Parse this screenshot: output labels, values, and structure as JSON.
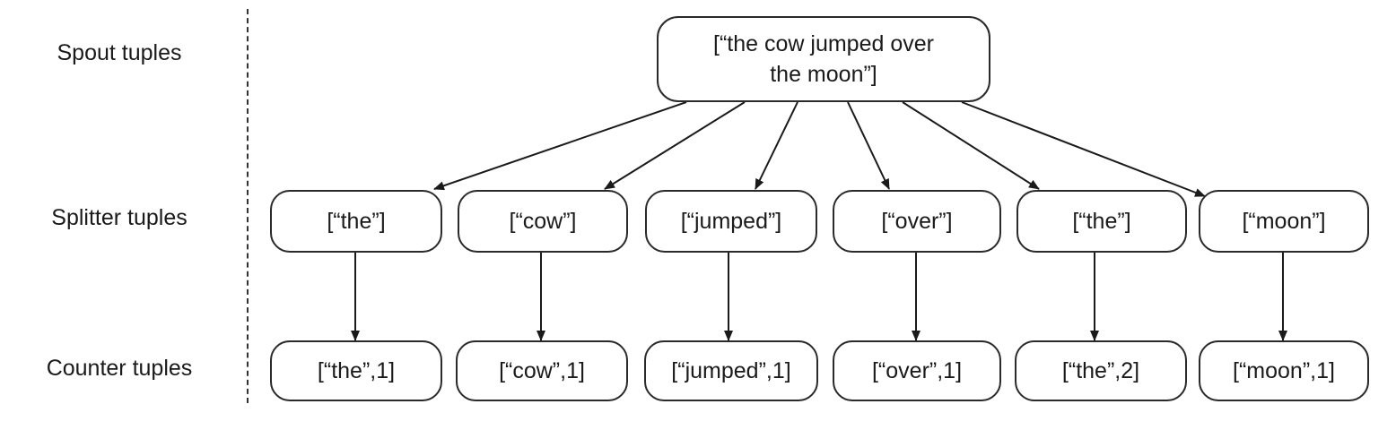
{
  "rows": {
    "spout": "Spout tuples",
    "splitter": "Splitter tuples",
    "counter": "Counter tuples"
  },
  "spout_node": "[“the cow jumped over\nthe moon”]",
  "splitter_nodes": [
    "[“the”]",
    "[“cow”]",
    "[“jumped”]",
    "[“over”]",
    "[“the”]",
    "[“moon”]"
  ],
  "counter_nodes": [
    "[“the”,1]",
    "[“cow”,1]",
    "[“jumped”,1]",
    "[“over”,1]",
    "[“the”,2]",
    "[“moon”,1]"
  ]
}
